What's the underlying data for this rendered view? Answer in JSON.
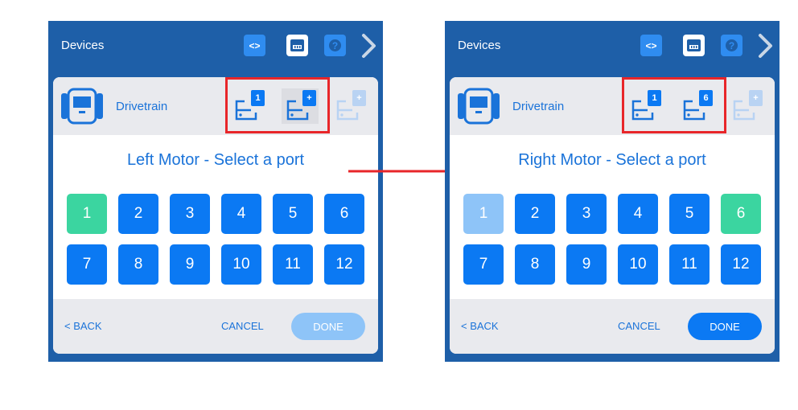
{
  "colors": {
    "accent": "#0b79f3",
    "panel": "#1e5fa8",
    "green": "#3bd5a0",
    "faded": "#8ec4f8",
    "highlight": "#e8262a"
  },
  "left": {
    "topbar": {
      "title": "Devices",
      "icons": [
        "code-icon",
        "devices-icon",
        "help-icon",
        "chevron-right-icon"
      ]
    },
    "device": {
      "name": "Drivetrain"
    },
    "motors": [
      {
        "badge": "1",
        "state": "active"
      },
      {
        "badge": "+",
        "state": "selected"
      },
      {
        "badge": "+",
        "state": "disabled"
      }
    ],
    "prompt": "Left Motor - Select a port",
    "ports": [
      {
        "label": "1",
        "state": "green"
      },
      {
        "label": "2",
        "state": "normal"
      },
      {
        "label": "3",
        "state": "normal"
      },
      {
        "label": "4",
        "state": "normal"
      },
      {
        "label": "5",
        "state": "normal"
      },
      {
        "label": "6",
        "state": "normal"
      },
      {
        "label": "7",
        "state": "normal"
      },
      {
        "label": "8",
        "state": "normal"
      },
      {
        "label": "9",
        "state": "normal"
      },
      {
        "label": "10",
        "state": "normal"
      },
      {
        "label": "11",
        "state": "normal"
      },
      {
        "label": "12",
        "state": "normal"
      }
    ],
    "footer": {
      "back": "< BACK",
      "cancel": "CANCEL",
      "done": "DONE",
      "done_enabled": false
    }
  },
  "right": {
    "topbar": {
      "title": "Devices",
      "icons": [
        "code-icon",
        "devices-icon",
        "help-icon",
        "chevron-right-icon"
      ]
    },
    "device": {
      "name": "Drivetrain"
    },
    "motors": [
      {
        "badge": "1",
        "state": "active"
      },
      {
        "badge": "6",
        "state": "selected"
      },
      {
        "badge": "+",
        "state": "disabled"
      }
    ],
    "prompt": "Right Motor - Select a port",
    "ports": [
      {
        "label": "1",
        "state": "faded"
      },
      {
        "label": "2",
        "state": "normal"
      },
      {
        "label": "3",
        "state": "normal"
      },
      {
        "label": "4",
        "state": "normal"
      },
      {
        "label": "5",
        "state": "normal"
      },
      {
        "label": "6",
        "state": "green"
      },
      {
        "label": "7",
        "state": "normal"
      },
      {
        "label": "8",
        "state": "normal"
      },
      {
        "label": "9",
        "state": "normal"
      },
      {
        "label": "10",
        "state": "normal"
      },
      {
        "label": "11",
        "state": "normal"
      },
      {
        "label": "12",
        "state": "normal"
      }
    ],
    "footer": {
      "back": "< BACK",
      "cancel": "CANCEL",
      "done": "DONE",
      "done_enabled": true
    }
  }
}
